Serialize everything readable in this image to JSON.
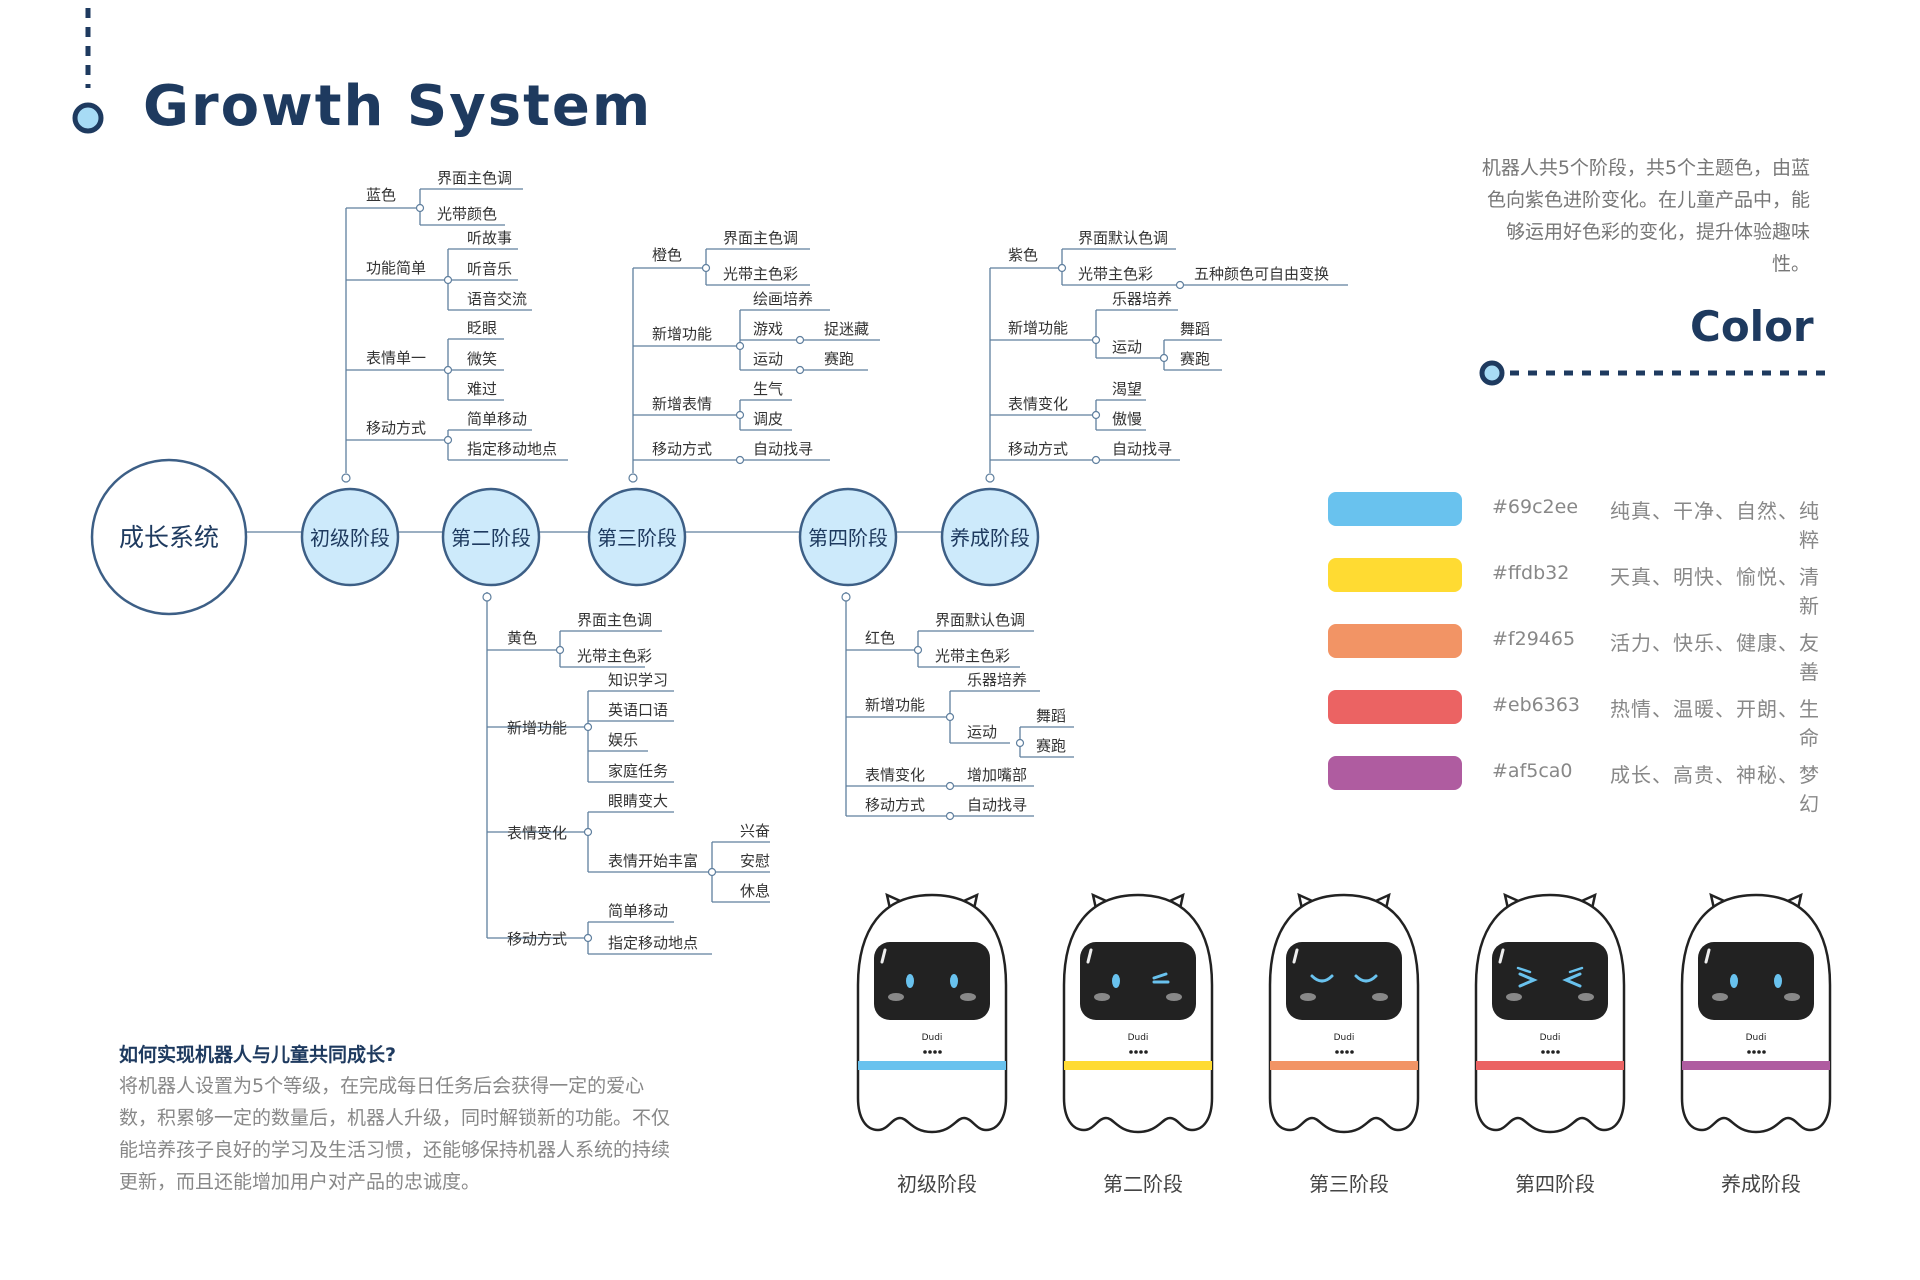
{
  "title": "Growth System",
  "color_heading": "Color",
  "color_description": "机器人共5个阶段，共5个主题色，由蓝色向紫色进阶变化。在儿童产品中，能够运用好色彩的变化，提升体验趣味性。",
  "colors": [
    {
      "hex": "#69c2ee",
      "keywords": "纯真、干净、自然、纯粹"
    },
    {
      "hex": "#ffdb32",
      "keywords": "天真、明快、愉悦、清新"
    },
    {
      "hex": "#f29465",
      "keywords": "活力、快乐、健康、友善"
    },
    {
      "hex": "#eb6363",
      "keywords": "热情、温暖、开朗、生命"
    },
    {
      "hex": "#af5ca0",
      "keywords": "成长、高贵、神秘、梦幻"
    }
  ],
  "faq": {
    "question": "如何实现机器人与儿童共同成长?",
    "answer": "将机器人设置为5个等级，在完成每日任务后会获得一定的爱心数，积累够一定的数量后，机器人升级，同时解锁新的功能。不仅能培养孩子良好的学习及生活习惯，还能够保持机器人系统的持续更新，而且还能增加用户对产品的忠诚度。"
  },
  "root": "成长系统",
  "stages": [
    "初级阶段",
    "第二阶段",
    "第三阶段",
    "第四阶段",
    "养成阶段"
  ],
  "robot_brand": "Dudi",
  "tree": {
    "s1": {
      "b1": "蓝色",
      "b1a": "界面主色调",
      "b1b": "光带颜色",
      "b2": "功能简单",
      "b2a": "听故事",
      "b2b": "听音乐",
      "b2c": "语音交流",
      "b3": "表情单一",
      "b3a": "眨眼",
      "b3b": "微笑",
      "b3c": "难过",
      "b4": "移动方式",
      "b4a": "简单移动",
      "b4b": "指定移动地点"
    },
    "s2": {
      "b1": "黄色",
      "b1a": "界面主色调",
      "b1b": "光带主色彩",
      "b2": "新增功能",
      "b2a": "知识学习",
      "b2b": "英语口语",
      "b2c": "娱乐",
      "b2d": "家庭任务",
      "b3": "表情变化",
      "b3a": "眼睛变大",
      "b3b": "表情开始丰富",
      "b3b1": "兴奋",
      "b3b2": "安慰",
      "b3b3": "休息",
      "b4": "移动方式",
      "b4a": "简单移动",
      "b4b": "指定移动地点"
    },
    "s3": {
      "b1": "橙色",
      "b1a": "界面主色调",
      "b1b": "光带主色彩",
      "b2": "新增功能",
      "b2a": "绘画培养",
      "b2b": "游戏",
      "b2b1": "捉迷藏",
      "b2c": "运动",
      "b2c1": "赛跑",
      "b3": "新增表情",
      "b3a": "生气",
      "b3b": "调皮",
      "b4": "移动方式",
      "b4a": "自动找寻"
    },
    "s4": {
      "b1": "红色",
      "b1a": "界面默认色调",
      "b1b": "光带主色彩",
      "b2": "新增功能",
      "b2a": "乐器培养",
      "b2b": "运动",
      "b2b1": "舞蹈",
      "b2b2": "赛跑",
      "b3": "表情变化",
      "b3a": "增加嘴部",
      "b4": "移动方式",
      "b4a": "自动找寻"
    },
    "s5": {
      "b1": "紫色",
      "b1a": "界面默认色调",
      "b1b": "光带主色彩",
      "b1b1": "五种颜色可自由变换",
      "b2": "新增功能",
      "b2a": "乐器培养",
      "b2b": "运动",
      "b2b1": "舞蹈",
      "b2b2": "赛跑",
      "b3": "表情变化",
      "b3a": "渴望",
      "b3b": "傲慢",
      "b4": "移动方式",
      "b4a": "自动找寻"
    }
  }
}
